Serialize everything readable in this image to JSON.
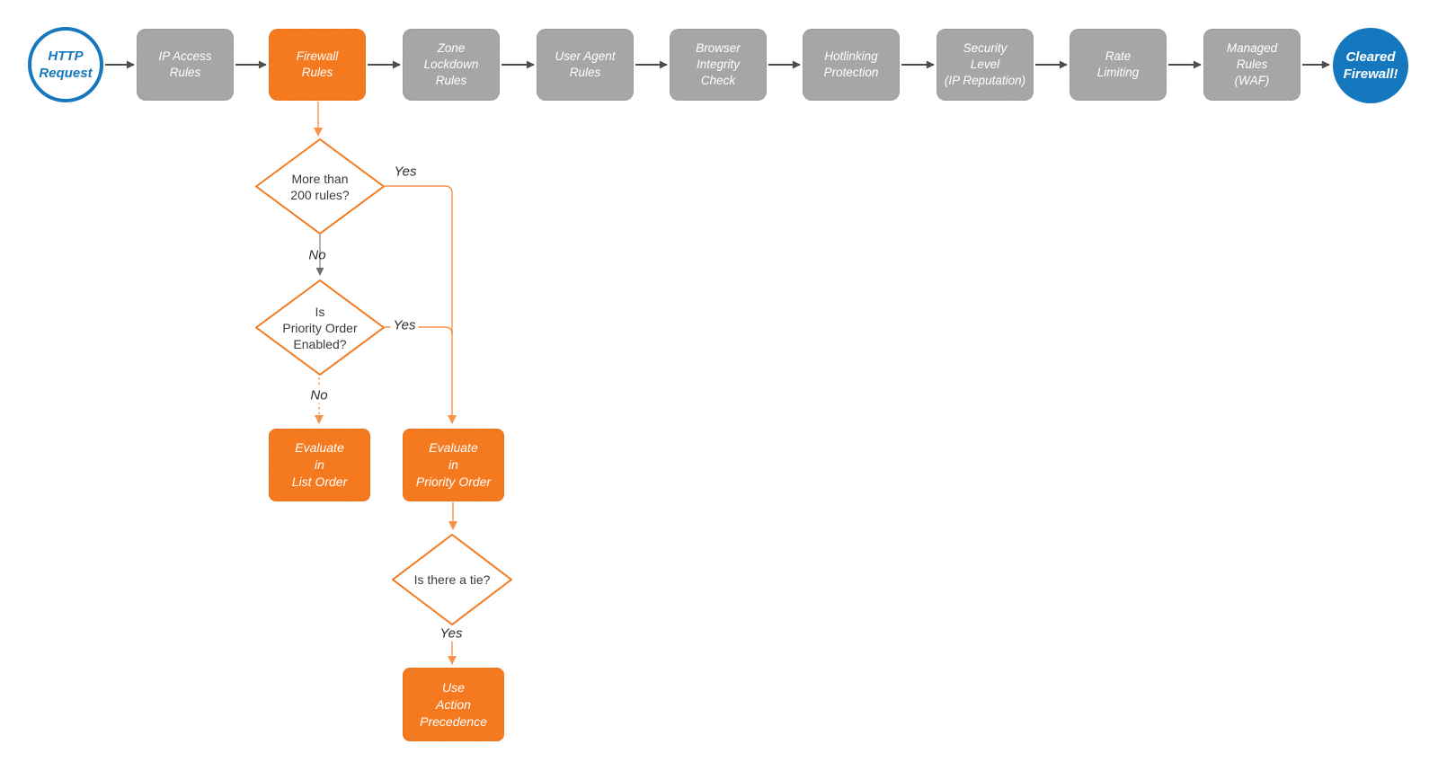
{
  "title": "HTTP request firewall evaluation flowchart",
  "colors": {
    "orange": "#F4791F",
    "gray": "#A6A6A6",
    "blue": "#1577BE",
    "arrow_dark": "#4D4D4D",
    "arrow_gray": "#757575",
    "diamond_text": "#3A3A3A"
  },
  "flow": {
    "start": {
      "label": "HTTP\nRequest"
    },
    "pipeline": [
      {
        "label": "IP Access\nRules",
        "variant": "gray"
      },
      {
        "label": "Firewall\nRules",
        "variant": "orange"
      },
      {
        "label": "Zone\nLockdown\nRules",
        "variant": "gray"
      },
      {
        "label": "User Agent\nRules",
        "variant": "gray"
      },
      {
        "label": "Browser\nIntegrity\nCheck",
        "variant": "gray"
      },
      {
        "label": "Hotlinking\nProtection",
        "variant": "gray"
      },
      {
        "label": "Security\nLevel\n(IP Reputation)",
        "variant": "gray"
      },
      {
        "label": "Rate\nLimiting",
        "variant": "gray"
      },
      {
        "label": "Managed\nRules\n(WAF)",
        "variant": "gray"
      }
    ],
    "end": {
      "label": "Cleared\nFirewall!"
    }
  },
  "decisions": {
    "rules_200": {
      "label": "More than\n200 rules?",
      "yes": "Yes",
      "no": "No"
    },
    "priority_enabled": {
      "label": "Is\nPriority Order\nEnabled?",
      "yes": "Yes",
      "no": "No"
    },
    "tie": {
      "label": "Is there a tie?",
      "yes": "Yes"
    }
  },
  "actions": {
    "list_order": {
      "label": "Evaluate\nin\nList Order"
    },
    "priority_order": {
      "label": "Evaluate\nin\nPriority Order"
    },
    "action_precedence": {
      "label": "Use\nAction\nPrecedence"
    }
  }
}
